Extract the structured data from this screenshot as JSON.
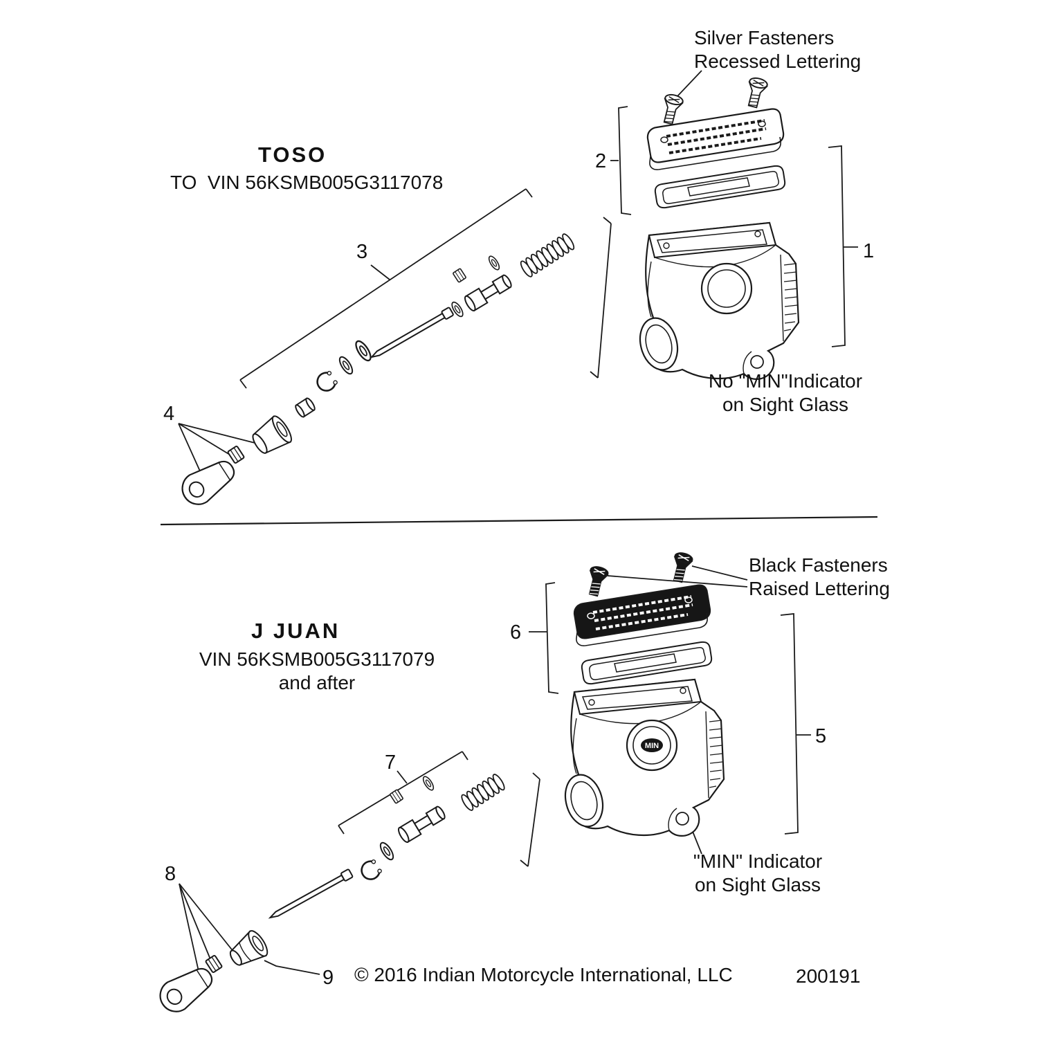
{
  "diagram": {
    "background": "#ffffff",
    "line_color": "#1a1a1a"
  },
  "toso": {
    "title": "TOSO",
    "vin": "TO  VIN 56KSMB005G3117078",
    "fastener_note": [
      "Silver Fasteners",
      "Recessed Lettering"
    ],
    "sight_note": [
      "No \"MIN\"Indicator",
      "on Sight Glass"
    ],
    "callouts": {
      "c1": "1",
      "c2": "2",
      "c3": "3",
      "c4": "4"
    }
  },
  "jjuan": {
    "title": "J JUAN",
    "vin": "VIN 56KSMB005G3117079",
    "vin_suffix": "and after",
    "fastener_note": [
      "Black Fasteners",
      "Raised Lettering"
    ],
    "sight_note": [
      "\"MIN\" Indicator",
      "on Sight Glass"
    ],
    "sight_glass_text": "MIN",
    "callouts": {
      "c5": "5",
      "c6": "6",
      "c7": "7",
      "c8": "8",
      "c9": "9"
    }
  },
  "footer": {
    "copyright": "© 2016 Indian Motorcycle International, LLC",
    "part_number": "200191"
  }
}
